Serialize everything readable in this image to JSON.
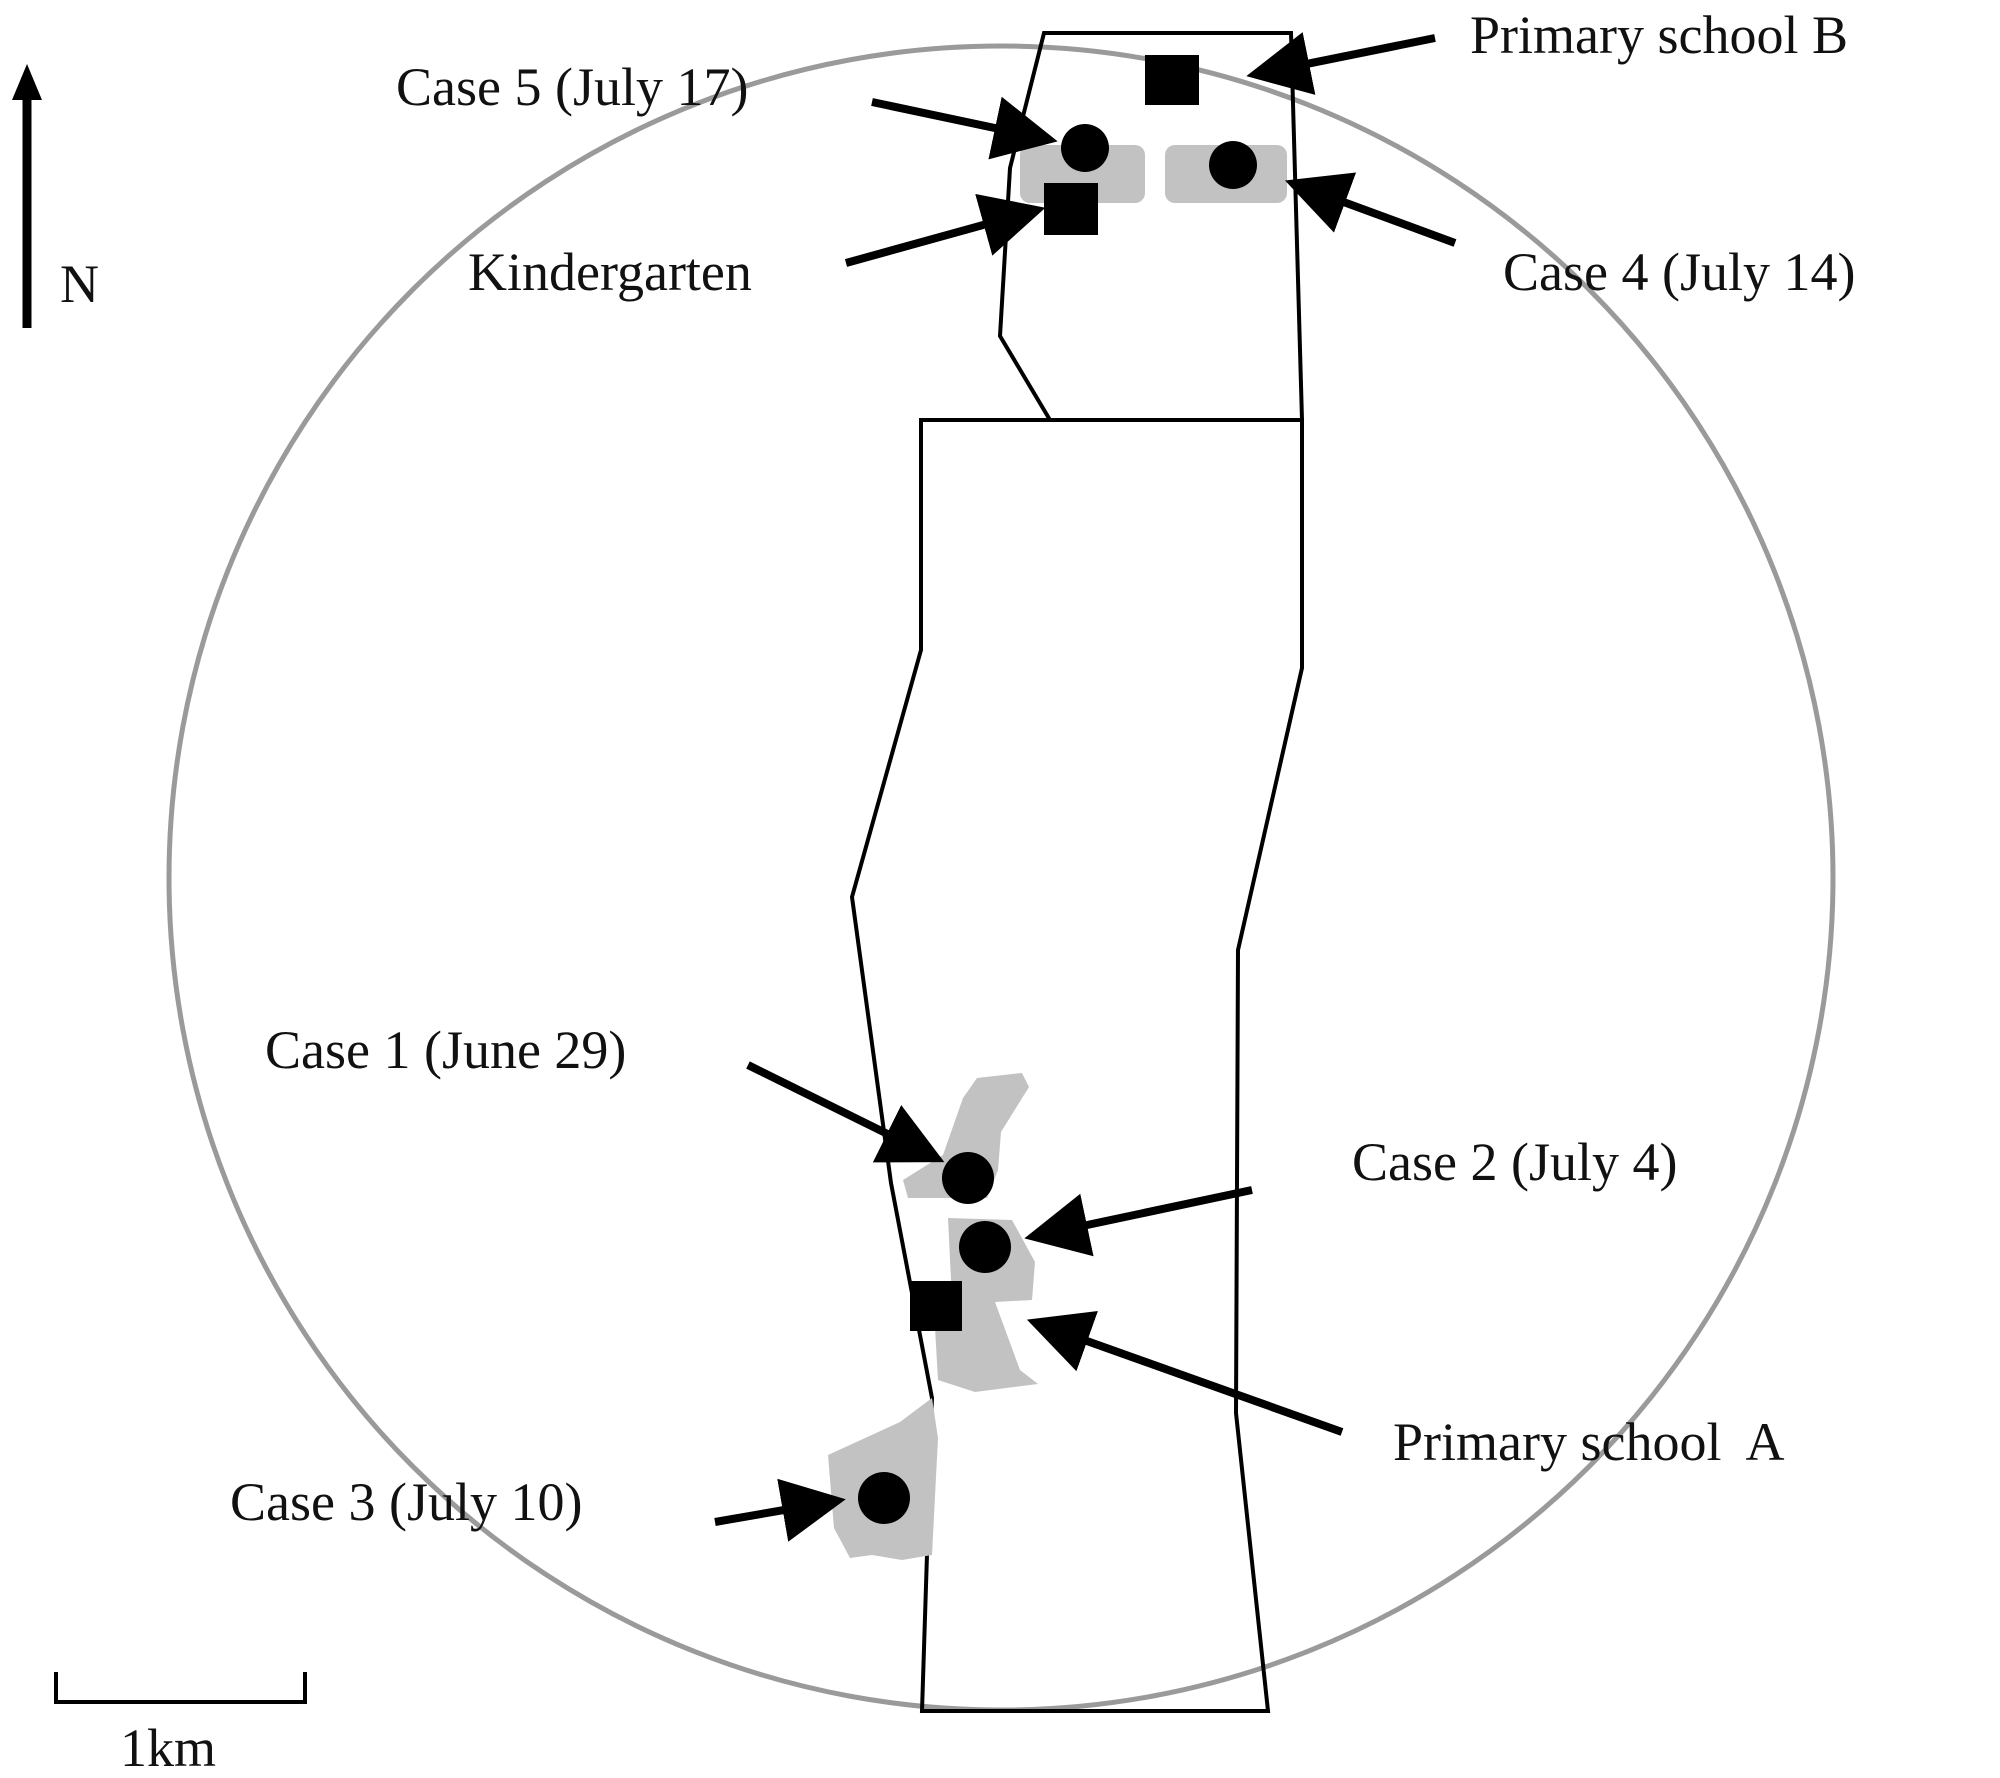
{
  "compass": {
    "label": "N",
    "icon": "north-arrow-icon"
  },
  "scale_bar": {
    "label": "1km",
    "icon": "scale-bar-icon"
  },
  "colors": {
    "outline": "#000000",
    "circle": "#9a9a9a",
    "area": "#c2c2c2",
    "marker": "#000000"
  },
  "legend": {
    "case_marker": "circle",
    "facility_marker": "square"
  },
  "cases": [
    {
      "id": "case-1",
      "label": "Case 1 (June 29)"
    },
    {
      "id": "case-2",
      "label": "Case 2 (July 4)"
    },
    {
      "id": "case-3",
      "label": "Case 3 (July 10)"
    },
    {
      "id": "case-4",
      "label": "Case 4 (July 14)"
    },
    {
      "id": "case-5",
      "label": "Case 5 (July 17)"
    }
  ],
  "facilities": [
    {
      "id": "kindergarten",
      "label": "Kindergarten"
    },
    {
      "id": "primary-school-a",
      "label": "Primary school  A"
    },
    {
      "id": "primary-school-b",
      "label": "Primary school B"
    }
  ]
}
